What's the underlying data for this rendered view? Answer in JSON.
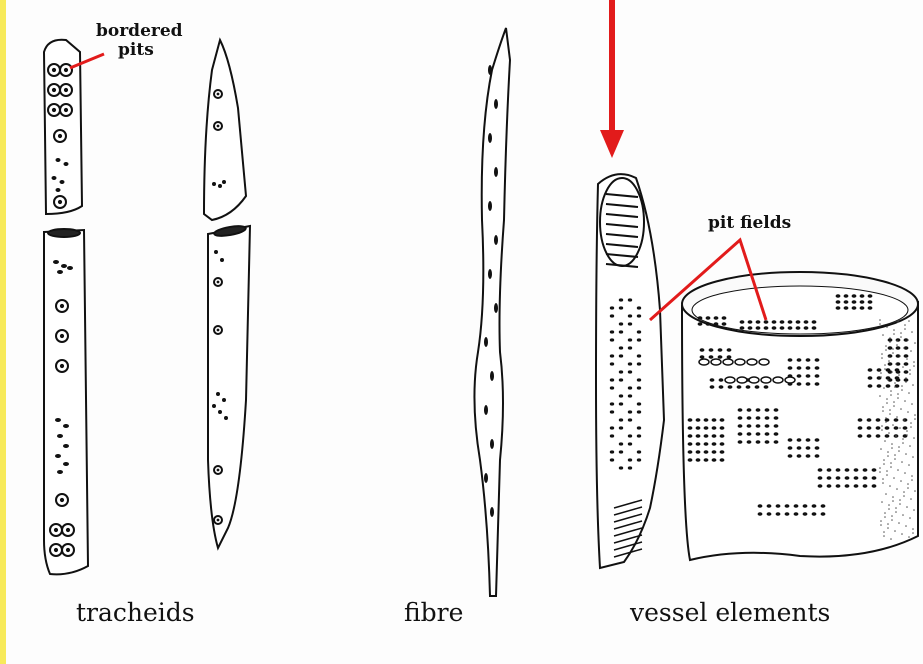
{
  "labels": {
    "bordered_pits_line1": "bordered",
    "bordered_pits_line2": "pits",
    "pit_fields": "pit fields"
  },
  "captions": {
    "tracheids": "tracheids",
    "fibre": "fibre",
    "vessel_elements": "vessel elements"
  },
  "colors": {
    "left_border": "#f7ea5a",
    "annotation_red": "#e21b1b",
    "ink": "#111111"
  }
}
